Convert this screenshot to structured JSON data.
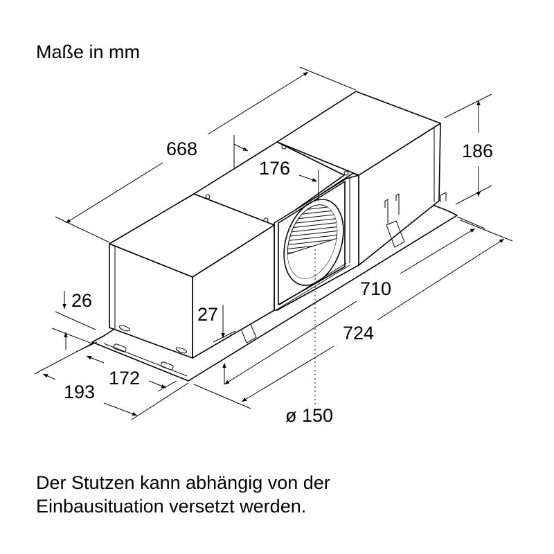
{
  "title": "Maße in mm",
  "dimensions": {
    "length_top": "668",
    "nozzle_offset": "176",
    "height": "186",
    "length_inner": "710",
    "length_outer": "724",
    "frame_height": "26",
    "nozzle_height": "27",
    "width_inner": "172",
    "width_outer": "193",
    "diameter": "ø 150"
  },
  "note": {
    "line1": "Der Stutzen kann abhängig von der",
    "line2": "Einbausituation versetzt werden."
  }
}
